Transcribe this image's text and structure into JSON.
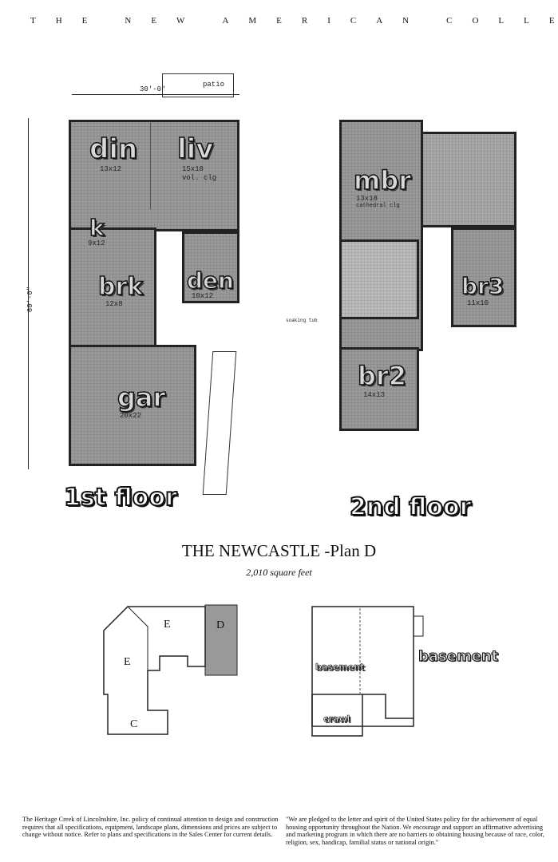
{
  "header": {
    "words": [
      "THE",
      "NEW",
      "AMERICAN",
      "COLLECTION"
    ]
  },
  "first_floor": {
    "label": "1st floor",
    "width_dim": "30'-0\"",
    "depth_dim": "60'-0\"",
    "patio": "patio",
    "rooms": [
      {
        "name": "din",
        "size": "13x12"
      },
      {
        "name": "liv",
        "size": "15x18",
        "note": "vol. clg"
      },
      {
        "name": "k",
        "size": "9x12"
      },
      {
        "name": "brk",
        "size": "12x8"
      },
      {
        "name": "den",
        "size": "10x12"
      },
      {
        "name": "gar",
        "size": "20x22"
      }
    ]
  },
  "second_floor": {
    "label": "2nd floor",
    "rooms": [
      {
        "name": "mbr",
        "size": "13x18",
        "note": "cathedral clg"
      },
      {
        "name": "br2",
        "size": "14x13"
      },
      {
        "name": "br3",
        "size": "11x10"
      }
    ],
    "note": "soaking tub"
  },
  "plan": {
    "title": "THE NEWCASTLE -Plan D",
    "area": "2,010 square feet"
  },
  "site_plan": {
    "lots": [
      "E",
      "D",
      "E",
      "C"
    ]
  },
  "basement": {
    "label": "basement",
    "rooms": [
      "basement",
      "crawl"
    ]
  },
  "footer": {
    "left": "The Heritage Creek of Lincolnshire, Inc. policy of continual attention to design and construction requires that all specifications, equipment, landscape plans, dimensions and prices are subject to change without notice. Refer to plans and specifications in the Sales Center for current details.",
    "right": "\"We are pledged to the letter and spirit of the United States policy for the achievement of equal housing opportunity throughout the Nation. We encourage and support an affirmative advertising and marketing program in which there are no barriers to obtaining housing because of race, color, religion, sex, handicap, familial status or national origin.\""
  }
}
